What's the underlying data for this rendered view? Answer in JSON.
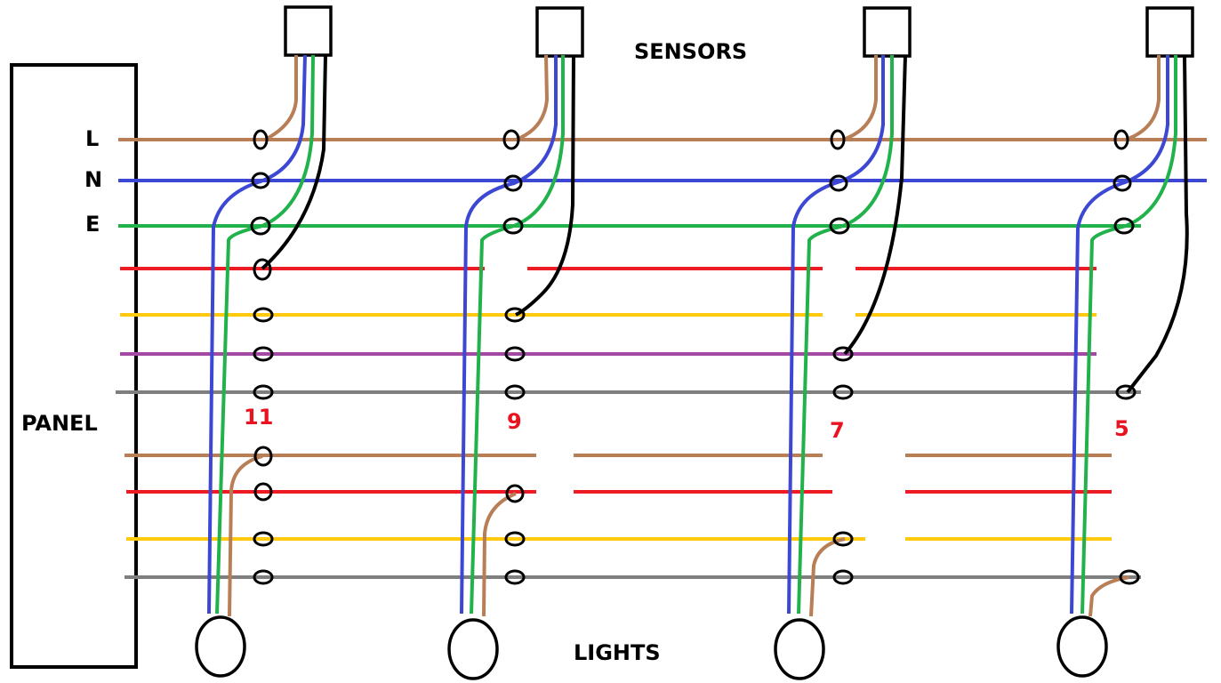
{
  "labels": {
    "panel": "PANEL",
    "sensors": "SENSORS",
    "lights": "LIGHTS",
    "line": "L",
    "neutral": "N",
    "earth": "E"
  },
  "circuits": [
    {
      "number": "11"
    },
    {
      "number": "9"
    },
    {
      "number": "7"
    },
    {
      "number": "5"
    }
  ],
  "colors": {
    "live": "#b87e56",
    "neutral": "#3c47d3",
    "earth": "#22b24c",
    "red": "#ed1c24",
    "yellow": "#ffc90e",
    "purple": "#a349a4",
    "grey": "#7f7f7f",
    "black": "#000000",
    "label_red": "#e8131f"
  }
}
